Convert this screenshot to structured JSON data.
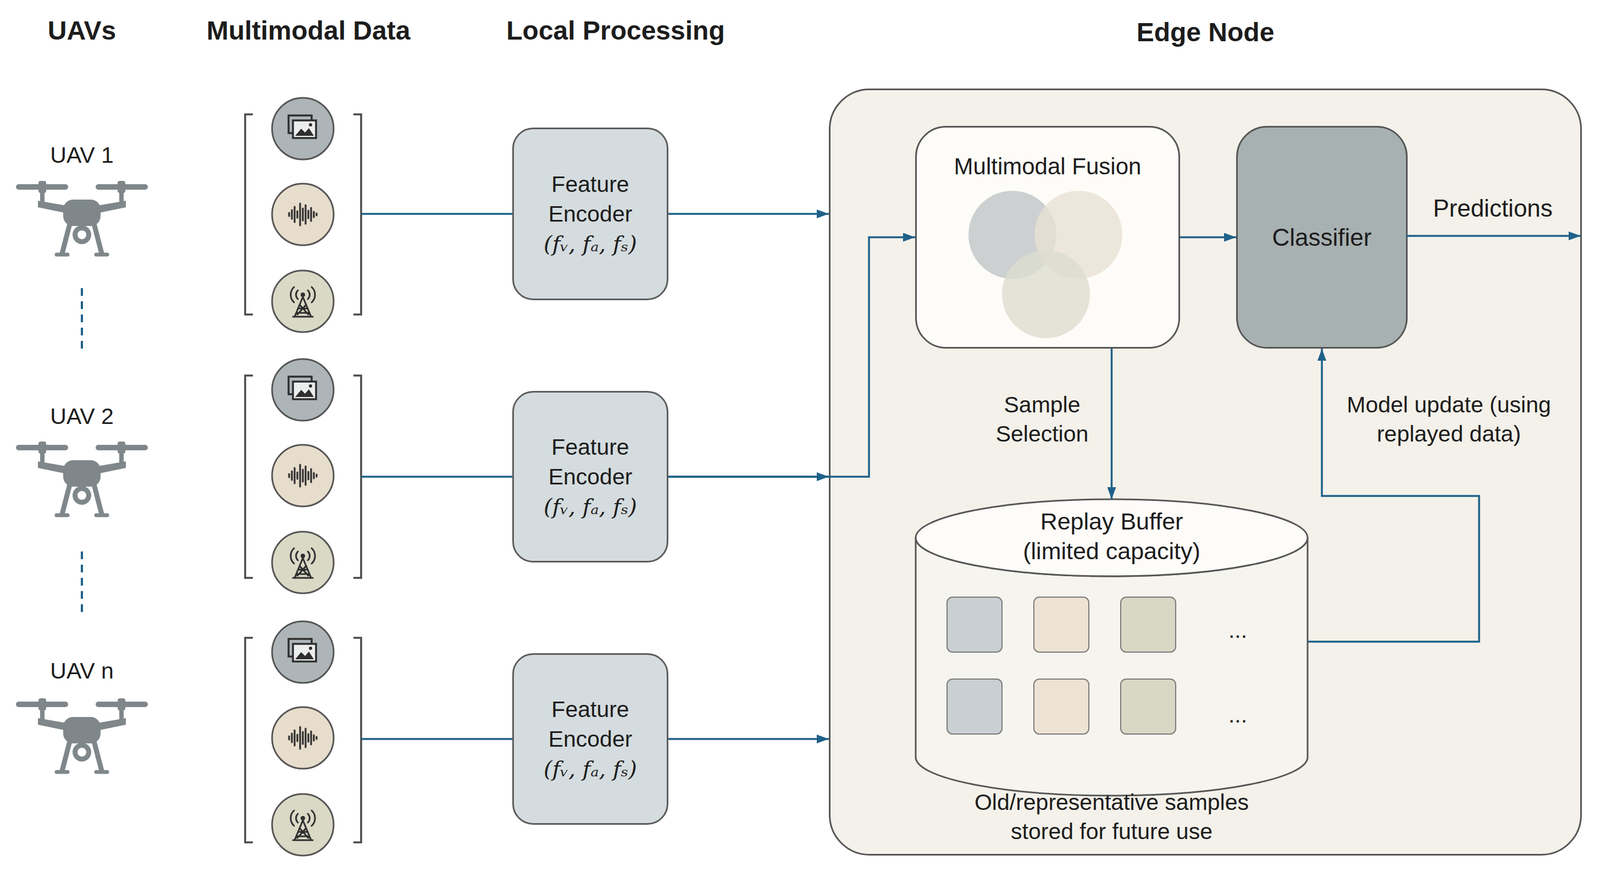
{
  "diagram": {
    "nodes": [
      {
        "text": [
          "Feature Encoder",
          "(fᵥ, fₐ, fₛ)"
        ]
      },
      {
        "text": [
          "Feature Encoder",
          "(fᵥ, fₐ, fₛ)"
        ]
      },
      {
        "text": [
          "Feature Encoder",
          "(fᵥ, fₐ, fₛ)"
        ]
      },
      {
        "text": [
          "Edge Node"
        ]
      },
      {
        "text": [
          "Multimodal Fusion"
        ],
        "in": 3
      },
      {
        "text": [
          "Classifier"
        ],
        "in": 3
      },
      {
        "text": [
          "Replay Buffer (limited capacity)",
          "Old/representative samples stored for future use"
        ],
        "in": 3
      }
    ],
    "edges": [
      {
        "from": 0,
        "to": 3,
        "arrow": "to"
      },
      {
        "from": 1,
        "to": 3,
        "arrow": "to"
      },
      {
        "from": 2,
        "to": 3,
        "arrow": "to"
      },
      {
        "from": 1,
        "to": 4,
        "arrow": "to"
      },
      {
        "from": 4,
        "to": 5,
        "arrow": "to"
      },
      {
        "from": 4,
        "to": 6,
        "label": "Sample Selection",
        "arrow": "to"
      },
      {
        "from": 6,
        "to": 5,
        "label": "Model update (using replayed data)",
        "arrow": "to"
      }
    ],
    "labels": [
      "UAVs",
      "Multimodal Data",
      "Local Processing",
      "UAV 1",
      "UAV 2",
      "UAV n",
      "...",
      "...",
      "Predictions"
    ]
  }
}
